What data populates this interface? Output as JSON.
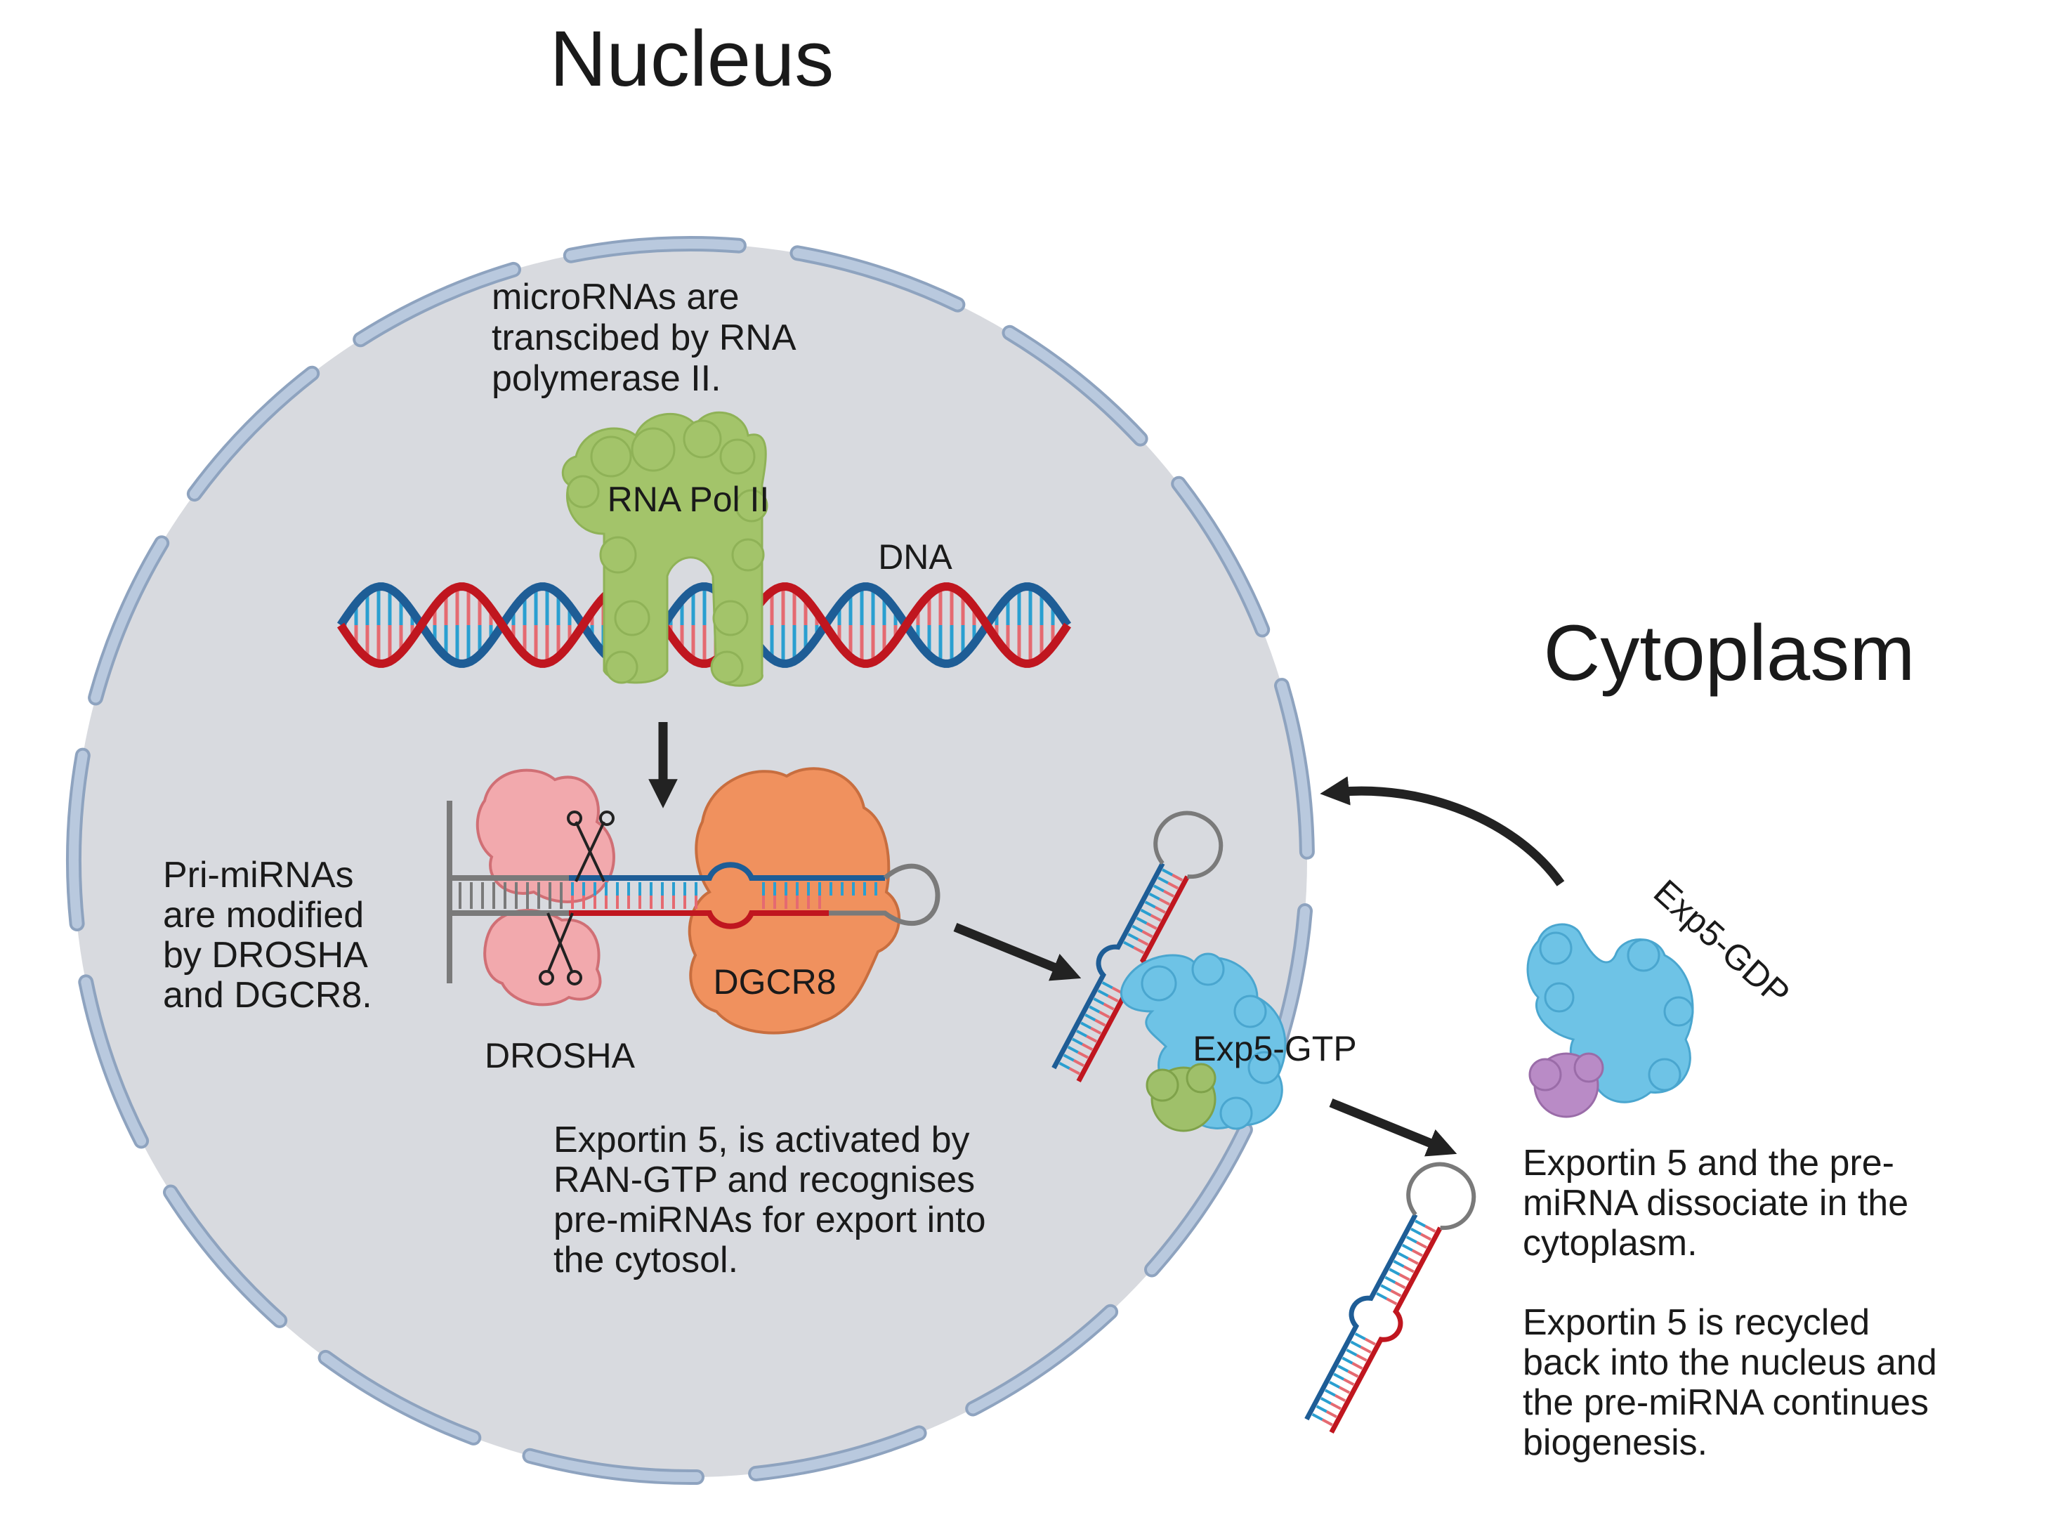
{
  "compartments": {
    "nucleus_title": "Nucleus",
    "cytoplasm_title": "Cytoplasm"
  },
  "notes": {
    "transcription": [
      "microRNAs are",
      "transcibed by RNA",
      "polymerase II."
    ],
    "processing": [
      "Pri-miRNAs",
      "are modified",
      "by DROSHA",
      "and DGCR8."
    ],
    "export": [
      "Exportin 5, is activated by",
      "RAN-GTP and recognises",
      "pre-miRNAs for export into",
      "the cytosol."
    ],
    "dissociation": [
      "Exportin 5 and the pre-",
      "miRNA dissociate in the",
      "cytoplasm."
    ],
    "recycling": [
      "Exportin 5 is recycled",
      "back into the nucleus and",
      "the pre-miRNA continues",
      "biogenesis."
    ]
  },
  "labels": {
    "rna_pol": "RNA Pol II",
    "dna": "DNA",
    "drosha": "DROSHA",
    "dgcr8": "DGCR8",
    "exp5_gtp": "Exp5-GTP",
    "exp5_gdp": "Exp5-GDP"
  },
  "colors": {
    "nucleus_fill": "#d8dadf",
    "envelope": "#b9c9de",
    "envelope_stroke": "#8ea3bf",
    "dna_red": "#c0161f",
    "dna_blue": "#1e5d96",
    "pol_green": "#a3c46a",
    "drosha_pink": "#f2a9ad",
    "dgcr8_orange": "#f0915e",
    "exportin_blue": "#6ec3e6",
    "ran_gtp_green": "#9fc06a",
    "ran_gdp_purple": "#b98bc6",
    "arrow": "#222222"
  }
}
